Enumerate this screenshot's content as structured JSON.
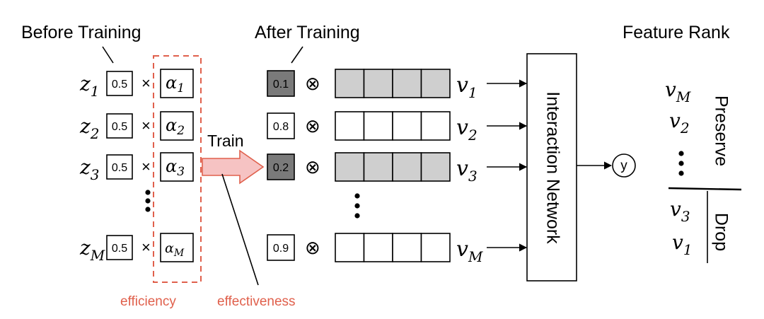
{
  "labels": {
    "before_training": "Before Training",
    "after_training": "After Training",
    "feature_rank": "Feature Rank",
    "train": "Train",
    "efficiency": "efficiency",
    "effectiveness": "effectiveness",
    "interaction_network": "Interaction Network",
    "output": "y",
    "preserve": "Preserve",
    "drop": "Drop"
  },
  "rows": [
    {
      "z": "z",
      "z_sub": "1",
      "gate": "0.5",
      "times": "×",
      "alpha": "α",
      "alpha_sub": "1",
      "weight": "0.1",
      "weight_dark": true,
      "otimes": "⊗",
      "bar_gray": true,
      "v": "v",
      "v_sub": "1"
    },
    {
      "z": "z",
      "z_sub": "2",
      "gate": "0.5",
      "times": "×",
      "alpha": "α",
      "alpha_sub": "2",
      "weight": "0.8",
      "weight_dark": false,
      "otimes": "⊗",
      "bar_gray": false,
      "v": "v",
      "v_sub": "2"
    },
    {
      "z": "z",
      "z_sub": "3",
      "gate": "0.5",
      "times": "×",
      "alpha": "α",
      "alpha_sub": "3",
      "weight": "0.2",
      "weight_dark": true,
      "otimes": "⊗",
      "bar_gray": true,
      "v": "v",
      "v_sub": "3"
    },
    {
      "z": "z",
      "z_sub": "M",
      "gate": "0.5",
      "times": "×",
      "alpha": "α",
      "alpha_sub": "M",
      "weight": "0.9",
      "weight_dark": false,
      "otimes": "⊗",
      "bar_gray": false,
      "v": "v",
      "v_sub": "M"
    }
  ],
  "rank": {
    "preserve": [
      {
        "v": "v",
        "sub": "M"
      },
      {
        "v": "v",
        "sub": "2"
      }
    ],
    "drop": [
      {
        "v": "v",
        "sub": "3"
      },
      {
        "v": "v",
        "sub": "1"
      }
    ]
  },
  "colors": {
    "accent": "#e0604c",
    "arrow_fill": "#f6c3c3",
    "dark_box": "#7a7a7a",
    "gray_bar": "#cfcfcf"
  }
}
